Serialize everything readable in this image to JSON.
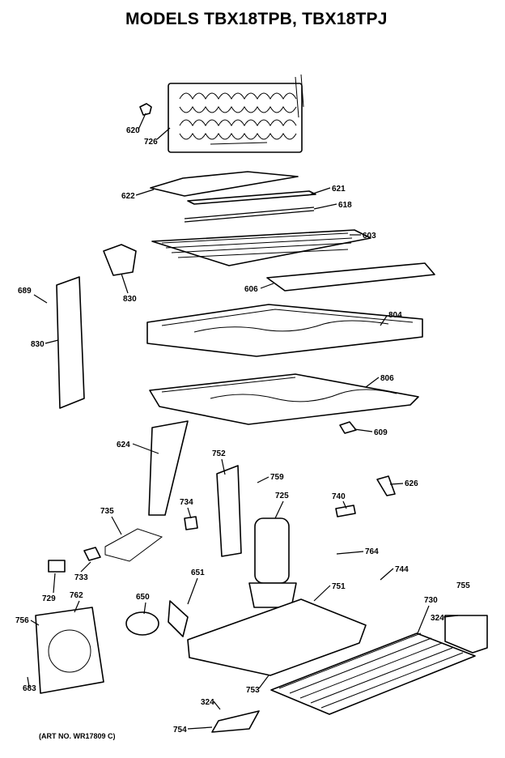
{
  "title": "MODELS TBX18TPB, TBX18TPJ",
  "art_number": "(ART NO. WR17809 C)",
  "callouts": [
    "620",
    "726",
    "622",
    "621",
    "618",
    "603",
    "830",
    "606",
    "689",
    "830",
    "804",
    "806",
    "609",
    "624",
    "752",
    "759",
    "725",
    "740",
    "626",
    "734",
    "735",
    "764",
    "744",
    "729",
    "733",
    "762",
    "650",
    "651",
    "756",
    "751",
    "730",
    "755",
    "324",
    "683",
    "753",
    "324",
    "754"
  ]
}
